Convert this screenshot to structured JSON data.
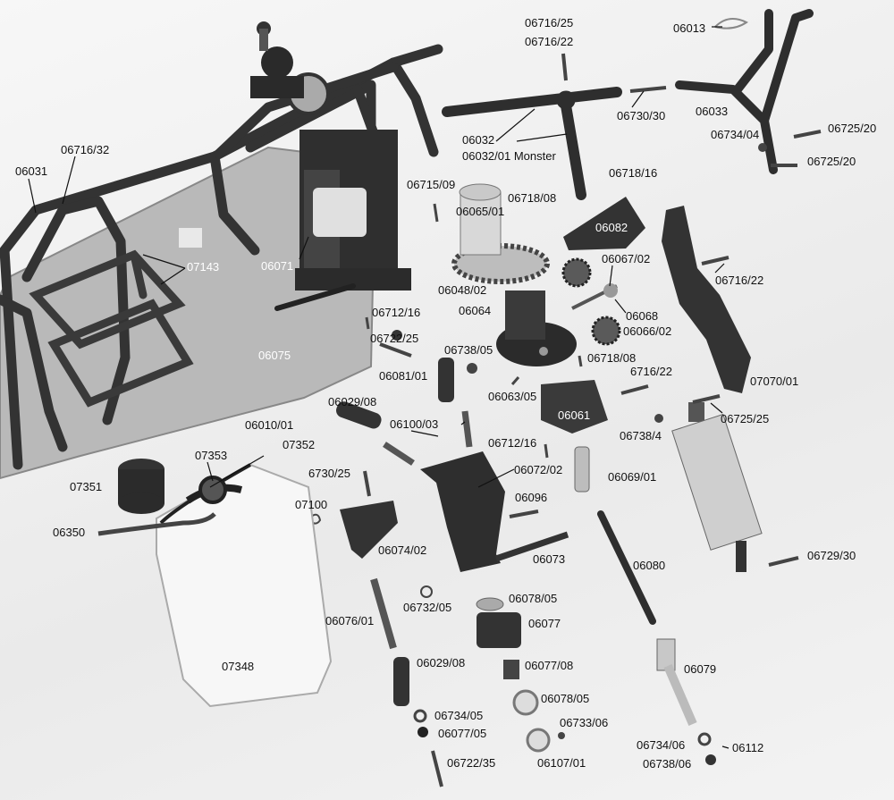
{
  "diagram": {
    "labels": {
      "l06716_25": "06716/25",
      "l06716_22a": "06716/22",
      "l06013": "06013",
      "l06730_30": "06730/30",
      "l06033": "06033",
      "l06725_20a": "06725/20",
      "l06734_04": "06734/04",
      "l06725_20b": "06725/20",
      "l06716_32": "06716/32",
      "l06031": "06031",
      "l06032": "06032",
      "l06032_01": "06032/01 Monster",
      "l06718_16": "06718/16",
      "l06715_09": "06715/09",
      "l06065_01": "06065/01",
      "l06718_08a": "06718/08",
      "l06082": "06082",
      "l07143": "07143",
      "l06071": "06071",
      "l06067_02": "06067/02",
      "l06716_22b": "06716/22",
      "l06048_02": "06048/02",
      "l06064": "06064",
      "l06068": "06068",
      "l06712_16a": "06712/16",
      "l06066_02": "06066/02",
      "l06722_25a": "06722/25",
      "l06738_05": "06738/05",
      "l06718_08b": "06718/08",
      "l06075": "06075",
      "l06081_01": "06081/01",
      "l6716_22": "6716/22",
      "l07070_01": "07070/01",
      "l06063_05": "06063/05",
      "l06029_08a": "06029/08",
      "l06061": "06061",
      "l06725_25": "06725/25",
      "l06010_01": "06010/01",
      "l06100_03": "06100/03",
      "l06738_4": "06738/4",
      "l07352": "07352",
      "l07353": "07353",
      "l06712_16b": "06712/16",
      "l06072_02": "06072/02",
      "l07351": "07351",
      "l6730_25": "6730/25",
      "l06069_01": "06069/01",
      "l06096": "06096",
      "l07100": "07100",
      "l06350": "06350",
      "l06074_02": "06074/02",
      "l06073": "06073",
      "l06080": "06080",
      "l06729_30": "06729/30",
      "l06078_05a": "06078/05",
      "l06732_05": "06732/05",
      "l06077": "06077",
      "l06076_01": "06076/01",
      "l06029_08b": "06029/08",
      "l06077_08": "06077/08",
      "l07348": "07348",
      "l06079": "06079",
      "l06078_05b": "06078/05",
      "l06734_05": "06734/05",
      "l06733_06": "06733/06",
      "l06077_05": "06077/05",
      "l06734_06": "06734/06",
      "l06112": "06112",
      "l06722_35": "06722/35",
      "l06107_01": "06107/01",
      "l06738_06": "06738/06"
    },
    "colors": {
      "background": "#f1f1f1",
      "part_dark": "#2a2a2a",
      "part_mid": "#555555",
      "plate": "#b8b8b8",
      "tank": "#f7f7f7",
      "label": "#111111"
    }
  }
}
